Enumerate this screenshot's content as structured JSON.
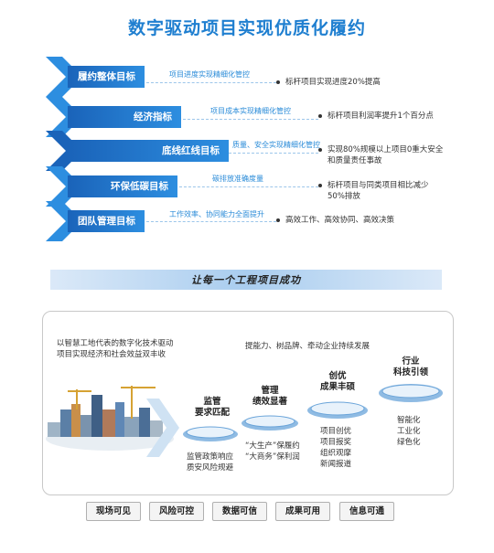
{
  "title": "数字驱动项目实现优质化履约",
  "goals": [
    {
      "label": "履约整体目标",
      "means": "项目进度实现精细化管控",
      "result": "标杆项目实现进度20%提高"
    },
    {
      "label": "经济指标",
      "means": "项目成本实现精细化管控",
      "result": "标杆项目利润率提升1个百分点"
    },
    {
      "label": "底线红线目标",
      "means": "质量、安全实现精细化管控",
      "result_line1": "实现80%规模以上项目0重大安全",
      "result_line2": "和质量责任事故"
    },
    {
      "label": "环保低碳目标",
      "means": "碳排放准确度量",
      "result_line1": "标杆项目与同类项目相比减少",
      "result_line2": "50%排放"
    },
    {
      "label": "团队管理目标",
      "means": "工作效率、协同能力全面提升",
      "result": "高效工作、高效协同、高效决策"
    }
  ],
  "banner": "让每一个工程项目成功",
  "intro_line1": "以智慧工地代表的数字化技术驱动",
  "intro_line2": "项目实现经济和社会效益双丰收",
  "top_line": "提能力、树品牌、牵动企业持续发展",
  "steps": {
    "s1_title1": "监管",
    "s1_title2": "要求匹配",
    "s1_desc1": "监管政策响应",
    "s1_desc2": "质安风险规避",
    "s2_title1": "管理",
    "s2_title2": "绩效显著",
    "s2_desc1": "“大生产”保履约",
    "s2_desc2": "“大商务”保利润",
    "s3_title1": "创优",
    "s3_title2": "成果丰硕",
    "s3_desc1": "项目创优",
    "s3_desc2": "项目报奖",
    "s3_desc3": "组织观摩",
    "s3_desc4": "新闻报道",
    "s4_title1": "行业",
    "s4_title2": "科技引领",
    "s4_desc1": "智能化",
    "s4_desc2": "工业化",
    "s4_desc3": "绿色化"
  },
  "pills": [
    "现场可见",
    "风险可控",
    "数据可信",
    "成果可用",
    "信息可通"
  ],
  "colors": {
    "accent": "#1f7fd0",
    "bar_dark": "#1a63b9",
    "bar_light": "#2d8ee0"
  }
}
